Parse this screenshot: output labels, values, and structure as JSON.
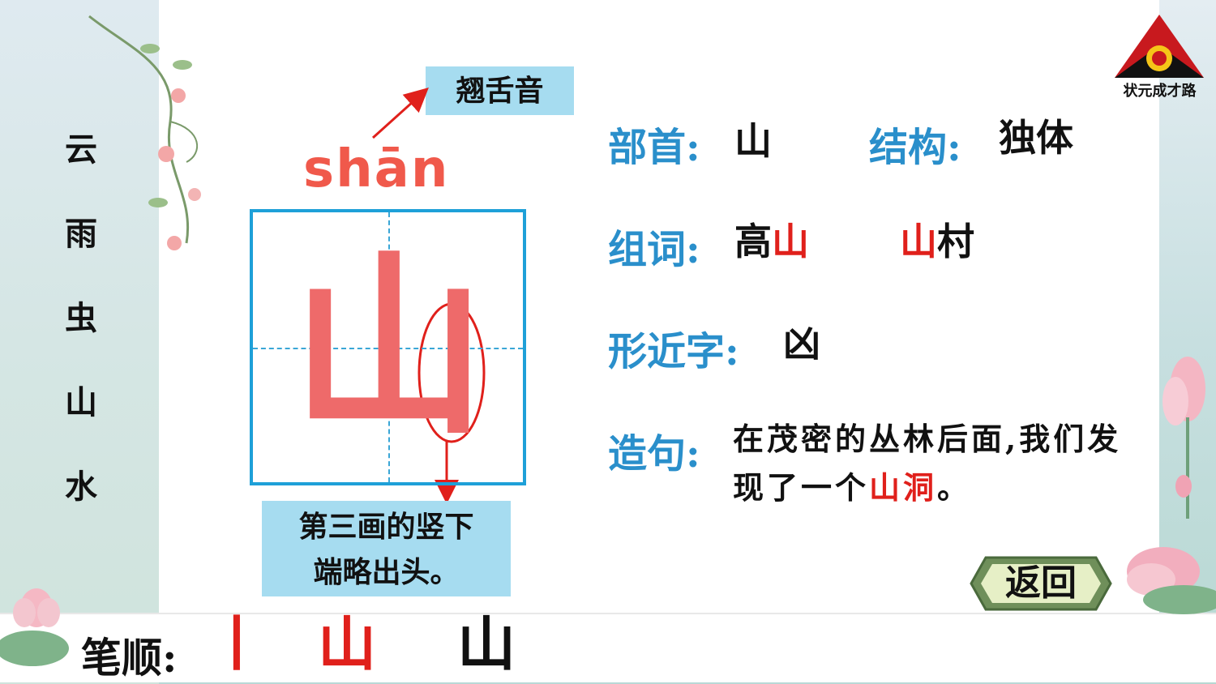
{
  "side_chars": [
    "云",
    "雨",
    "虫",
    "山",
    "水"
  ],
  "logo": {
    "text": "状元成才路"
  },
  "pinyin": "shān",
  "tag_top": "翘舌音",
  "character": "山",
  "tag_bottom": [
    "第三画的竖下",
    "端略出头。"
  ],
  "info": {
    "radical_label": "部首:",
    "radical_value": "山",
    "structure_label": "结构:",
    "structure_value": "独体",
    "words_label": "组词:",
    "word1_a": "高",
    "word1_b": "山",
    "word2_a": "山",
    "word2_b": "村",
    "similar_label": "形近字:",
    "similar_value": "凶",
    "sentence_label": "造句:",
    "sentence_part1": "在茂密的丛林后面,我们发现了一个",
    "sentence_red": "山洞",
    "sentence_end": "。"
  },
  "return_button": "返回",
  "stroke_order": {
    "label": "笔顺:",
    "steps": [
      "丨",
      "山",
      "山"
    ]
  },
  "colors": {
    "accent_blue": "#2a8fcb",
    "pinyin_red": "#f0594b",
    "highlight_red": "#e0201b",
    "tag_bg": "#a6dcf0",
    "grid_border": "#1ea0d8"
  }
}
